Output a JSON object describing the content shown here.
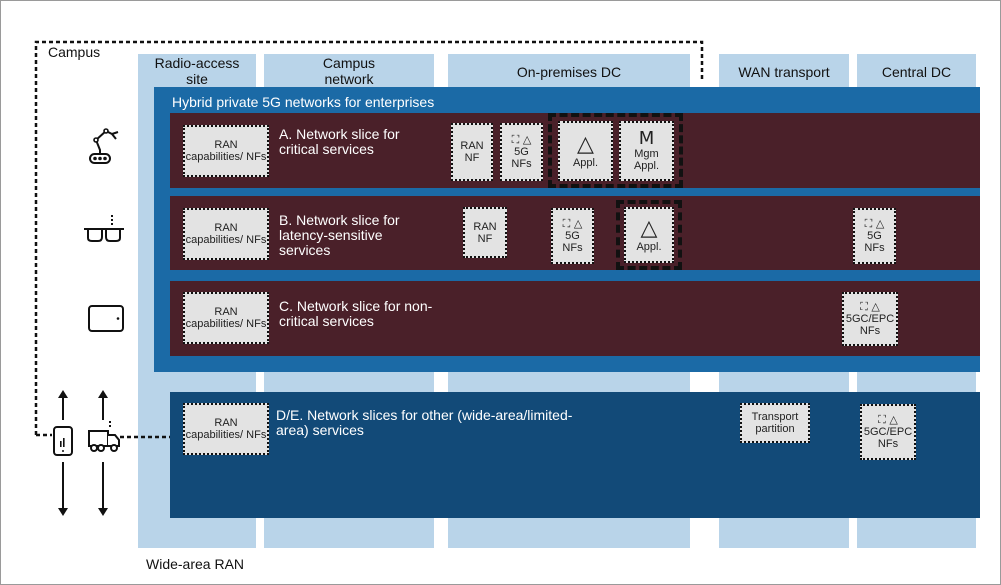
{
  "columns": {
    "radio": "Radio-access site",
    "campus": "Campus network",
    "onprem": "On-premises DC",
    "wan": "WAN transport",
    "central": "Central DC"
  },
  "campus_label": "Campus",
  "widearea_label": "Wide-area RAN",
  "hybrid_title": "Hybrid private 5G networks for enterprises",
  "slices": {
    "a": "A. Network slice for critical services",
    "b": "B. Network slice for latency-sensitive services",
    "c": "C. Network slice for non-critical services",
    "de": "D/E. Network slices for other (wide-area/limited-area) services"
  },
  "boxes": {
    "ran_caps": "RAN capabilities/ NFs",
    "ran_nf": "RAN NF",
    "nf_5g": "5G NFs",
    "appl": "Appl.",
    "mgm_appl": "Mgm Appl.",
    "nf_5gc": "5GC/EPC NFs",
    "transport": "Transport partition"
  },
  "icons": [
    "robot-arm-icon",
    "smart-glasses-icon",
    "tablet-icon",
    "phone-icon",
    "truck-icon"
  ]
}
